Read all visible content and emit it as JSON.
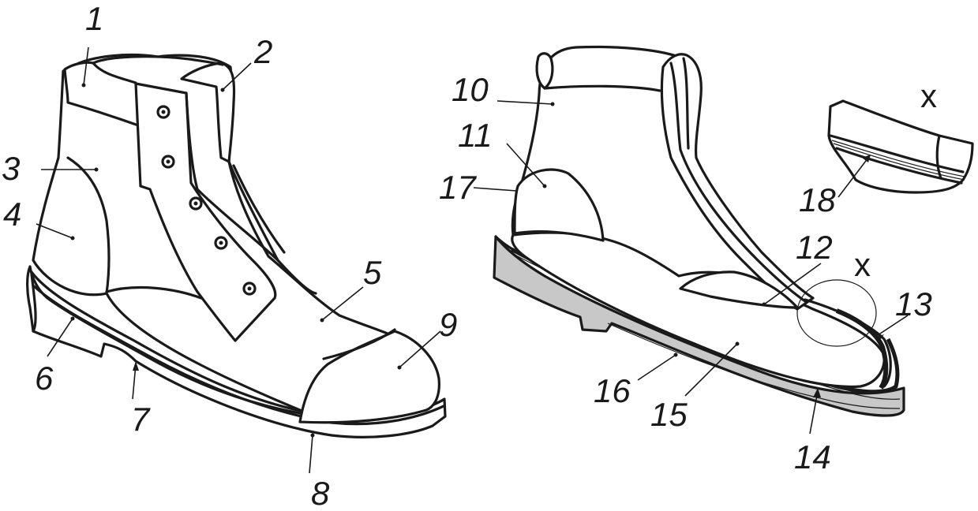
{
  "figure": {
    "labels": [
      {
        "id": "1",
        "text": "1"
      },
      {
        "id": "2",
        "text": "2"
      },
      {
        "id": "3",
        "text": "3"
      },
      {
        "id": "4",
        "text": "4"
      },
      {
        "id": "5",
        "text": "5"
      },
      {
        "id": "6",
        "text": "6"
      },
      {
        "id": "7",
        "text": "7"
      },
      {
        "id": "8",
        "text": "8"
      },
      {
        "id": "9",
        "text": "9"
      },
      {
        "id": "10",
        "text": "10"
      },
      {
        "id": "11",
        "text": "11"
      },
      {
        "id": "12",
        "text": "12"
      },
      {
        "id": "13",
        "text": "13"
      },
      {
        "id": "14",
        "text": "14"
      },
      {
        "id": "15",
        "text": "15"
      },
      {
        "id": "16",
        "text": "16"
      },
      {
        "id": "17",
        "text": "17"
      },
      {
        "id": "18",
        "text": "18"
      }
    ],
    "detail_marks": [
      {
        "id": "x-detail",
        "text": "x"
      },
      {
        "id": "x-callout",
        "text": "x"
      }
    ],
    "colors": {
      "ink": "#1a1a1a",
      "sole_fill": "#c8c8c8",
      "background": "#ffffff"
    }
  }
}
